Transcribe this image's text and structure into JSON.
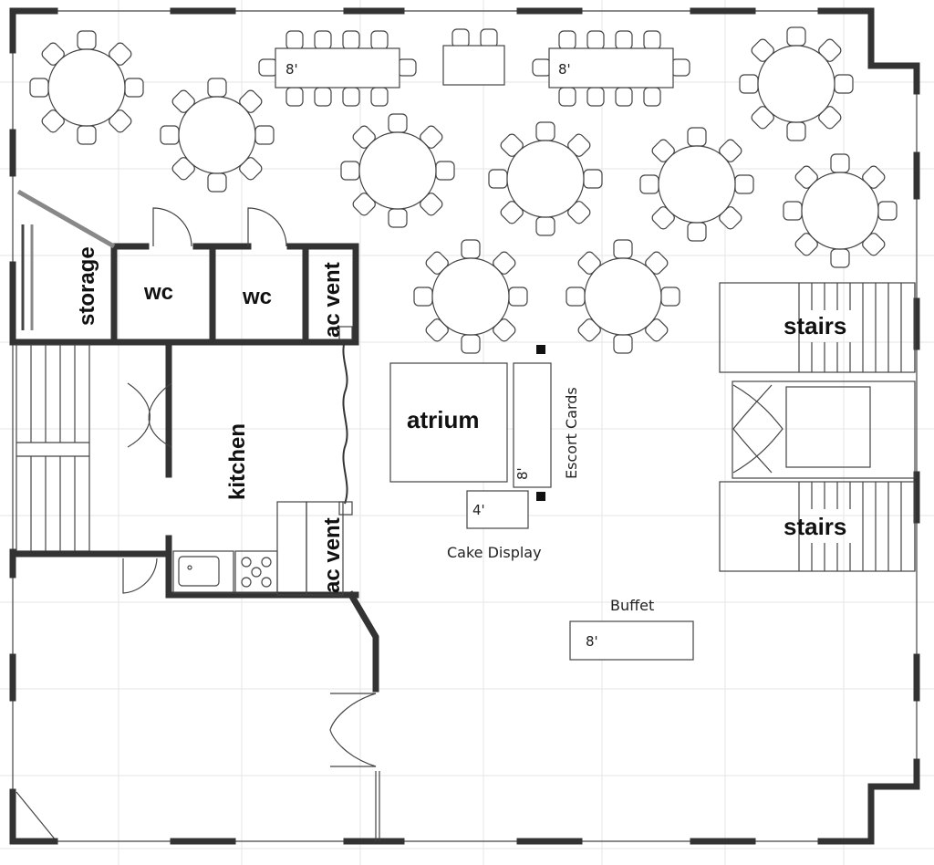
{
  "rooms": {
    "storage": "storage",
    "wc1": "wc",
    "wc2": "wc",
    "ac_vent_top": "ac vent",
    "ac_vent_bottom": "ac vent",
    "kitchen": "kitchen",
    "atrium": "atrium",
    "stairs_top": "stairs",
    "stairs_bottom": "stairs"
  },
  "labels": {
    "escort_cards": "Escort Cards",
    "cake_display": "Cake Display",
    "buffet": "Buffet"
  },
  "tables": {
    "head_left_size": "8'",
    "head_right_size": "8'",
    "escort_size": "8'",
    "cake_size": "4'",
    "buffet_size": "8'"
  }
}
